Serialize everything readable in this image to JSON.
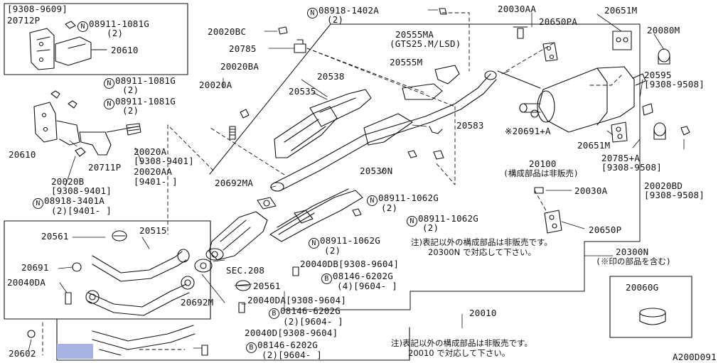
{
  "labels": {
    "l1": {
      "text": "[9308-9609]"
    },
    "l2": {
      "text": "20712P"
    },
    "l3": {
      "text": "08911-1081G",
      "prefix": "N"
    },
    "l4": {
      "text": "(2)"
    },
    "l5": {
      "text": "20610"
    },
    "l6": {
      "text": "08918-1402A",
      "prefix": "N"
    },
    "l7": {
      "text": "(2)"
    },
    "l8": {
      "text": "20020BC"
    },
    "l9": {
      "text": "20785"
    },
    "l10": {
      "text": "20020BA"
    },
    "l11": {
      "text": "20020A"
    },
    "l12": {
      "text": "08911-1081G",
      "prefix": "N"
    },
    "l13": {
      "text": "(2)"
    },
    "l14": {
      "text": "08911-1081G",
      "prefix": "N"
    },
    "l15": {
      "text": "(2)"
    },
    "l16": {
      "text": "20610"
    },
    "l17": {
      "text": "20711P"
    },
    "l18": {
      "text": "20020A"
    },
    "l19": {
      "text": "[9308-9401]"
    },
    "l20": {
      "text": "20020AA"
    },
    "l21": {
      "text": "[9401-   ]"
    },
    "l22": {
      "text": "20020B"
    },
    "l23": {
      "text": "[9308-9401]"
    },
    "l24": {
      "text": "08918-3401A",
      "prefix": "N"
    },
    "l25": {
      "text": "(2)[9401-   ]"
    },
    "l26": {
      "text": "20555MA"
    },
    "l27": {
      "text": "(GTS25.M/LSD)"
    },
    "l28": {
      "text": "20555M"
    },
    "l29": {
      "text": "20538"
    },
    "l30": {
      "text": "20535"
    },
    "l31": {
      "text": "20583"
    },
    "l32": {
      "text": "20530N"
    },
    "l33": {
      "text": "20692MA"
    },
    "l34": {
      "text": "08911-1062G",
      "prefix": "N"
    },
    "l35": {
      "text": "(2)"
    },
    "l36": {
      "text": "08911-1062G",
      "prefix": "N"
    },
    "l37": {
      "text": "(2)"
    },
    "l38": {
      "text": "08911-1062G",
      "prefix": "N"
    },
    "l39": {
      "text": "(2)"
    },
    "l40": {
      "text": "20030AA"
    },
    "l41": {
      "text": "20650PA"
    },
    "l42": {
      "text": "20651M"
    },
    "l43": {
      "text": "20080M"
    },
    "l44": {
      "text": "20595"
    },
    "l45": {
      "text": "[9308-9508]"
    },
    "l46": {
      "text": "※20691+A"
    },
    "l47": {
      "text": "20651M"
    },
    "l48": {
      "text": "20785+A"
    },
    "l49": {
      "text": "[9308-9508]"
    },
    "l50": {
      "text": "20100"
    },
    "l51": {
      "text": "(構成部品は非販売)"
    },
    "l52": {
      "text": "20030A"
    },
    "l53": {
      "text": "20020BD"
    },
    "l54": {
      "text": "[9308-9508]"
    },
    "l55": {
      "text": "20650P"
    },
    "l56": {
      "text": "20561"
    },
    "l57": {
      "text": "20515"
    },
    "l58": {
      "text": "20691"
    },
    "l59": {
      "text": "20040DA"
    },
    "l60": {
      "text": "20692M"
    },
    "l61": {
      "text": "SEC.208"
    },
    "l62": {
      "text": "20561"
    },
    "l63": {
      "text": "20040DB[9308-9604]"
    },
    "l64": {
      "text": "08146-6202G",
      "prefix": "B"
    },
    "l65": {
      "text": "(4)[9604-     ]"
    },
    "l66": {
      "text": "20040DA[9308-9604]"
    },
    "l67": {
      "text": "08146-6202G",
      "prefix": "B"
    },
    "l68": {
      "text": "(2)[9604-     ]"
    },
    "l69": {
      "text": "20040D[9308-9604]"
    },
    "l70": {
      "text": "08146-6202G",
      "prefix": "B"
    },
    "l71": {
      "text": "(2)[9604-     ]"
    },
    "l72": {
      "text": "20300N"
    },
    "l73": {
      "text": "(※印の部品を含む)"
    },
    "l74": {
      "text": "20010"
    },
    "l75": {
      "text": "20060G"
    },
    "l76": {
      "text": "20602"
    },
    "l77": {
      "text": "A200D091"
    }
  },
  "notes": {
    "n1": {
      "line1": "注)表記以外の構成部品は非販売です。",
      "line2": "20300N で対応して下さい。"
    },
    "n2": {
      "line1": "注)表記以外の構成部品は非販売です。",
      "line2": "20010 で対応して下さい。"
    }
  },
  "colors": {
    "ink": "#111111",
    "highlight": "#a9b3e3",
    "background": "#ffffff"
  }
}
